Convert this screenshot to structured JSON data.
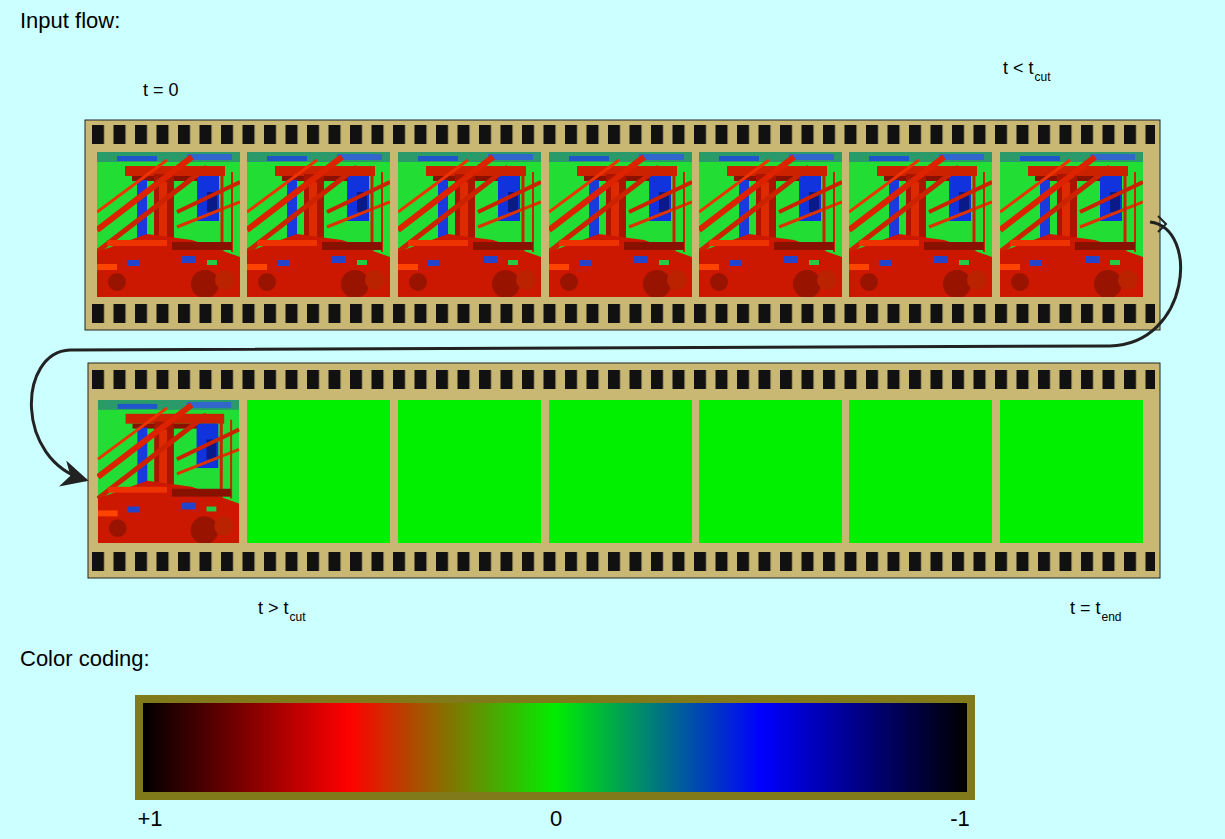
{
  "diagram": {
    "labels": [
      "Input flow:",
      "t = 0",
      "t < t",
      "cut",
      "t > t",
      "cut",
      "t = t",
      "end",
      "Color coding:",
      "+1",
      "0",
      "-1"
    ]
  }
}
